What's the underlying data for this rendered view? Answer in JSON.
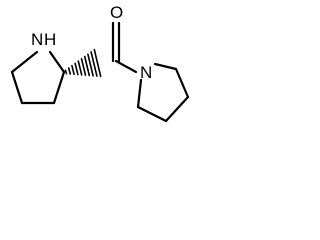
{
  "molecule": {
    "atoms": {
      "pyrrolidine_nh": "N",
      "pyrrolidine_h": "H",
      "carbonyl_oxygen": "O",
      "amide_nitrogen": "N"
    }
  },
  "colors": {
    "bond": "#000000",
    "label": "#000000",
    "background": "#ffffff"
  }
}
